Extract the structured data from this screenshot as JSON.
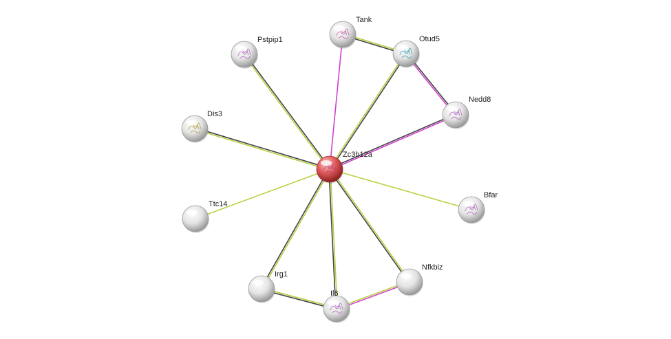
{
  "nodes": [
    {
      "id": "Zc3h12a",
      "label": "Zc3h12a",
      "query": true
    },
    {
      "id": "Tank",
      "label": "Tank"
    },
    {
      "id": "Otud5",
      "label": "Otud5"
    },
    {
      "id": "Pstpip1",
      "label": "Pstpip1"
    },
    {
      "id": "Nedd8",
      "label": "Nedd8"
    },
    {
      "id": "Dis3",
      "label": "Dis3"
    },
    {
      "id": "Bfar",
      "label": "Bfar"
    },
    {
      "id": "Ttc14",
      "label": "Ttc14"
    },
    {
      "id": "Irg1",
      "label": "Irg1"
    },
    {
      "id": "Nfkbiz",
      "label": "Nfkbiz"
    },
    {
      "id": "Il6",
      "label": "Il6"
    }
  ],
  "edges": [
    {
      "source": "Zc3h12a",
      "target": "Tank",
      "colors": [
        "#d040d0"
      ]
    },
    {
      "source": "Zc3h12a",
      "target": "Otud5",
      "colors": [
        "#b8d040",
        "#444444"
      ]
    },
    {
      "source": "Zc3h12a",
      "target": "Pstpip1",
      "colors": [
        "#b8d040",
        "#444444"
      ]
    },
    {
      "source": "Zc3h12a",
      "target": "Nedd8",
      "colors": [
        "#444444",
        "#d040d0"
      ]
    },
    {
      "source": "Zc3h12a",
      "target": "Dis3",
      "colors": [
        "#b8d040",
        "#444444"
      ]
    },
    {
      "source": "Zc3h12a",
      "target": "Bfar",
      "colors": [
        "#b8d040"
      ]
    },
    {
      "source": "Zc3h12a",
      "target": "Ttc14",
      "colors": [
        "#b8d040"
      ]
    },
    {
      "source": "Zc3h12a",
      "target": "Irg1",
      "colors": [
        "#b8d040",
        "#444444"
      ]
    },
    {
      "source": "Zc3h12a",
      "target": "Il6",
      "colors": [
        "#b8d040",
        "#444444"
      ]
    },
    {
      "source": "Zc3h12a",
      "target": "Nfkbiz",
      "colors": [
        "#b8d040",
        "#444444"
      ]
    },
    {
      "source": "Tank",
      "target": "Otud5",
      "colors": [
        "#b8d040",
        "#444444"
      ]
    },
    {
      "source": "Otud5",
      "target": "Nedd8",
      "colors": [
        "#444444",
        "#d040d0"
      ]
    },
    {
      "source": "Irg1",
      "target": "Il6",
      "colors": [
        "#b8d040",
        "#444444"
      ]
    },
    {
      "source": "Il6",
      "target": "Nfkbiz",
      "colors": [
        "#b8d040",
        "#d040d0"
      ]
    }
  ],
  "colors": {
    "query_node": "#e05050",
    "node": "#e8e8e8",
    "structure_purple": "#b060c0",
    "structure_teal": "#30a0b0",
    "structure_olive": "#b0a040"
  },
  "icons": [
    "protein-structure-icon"
  ]
}
